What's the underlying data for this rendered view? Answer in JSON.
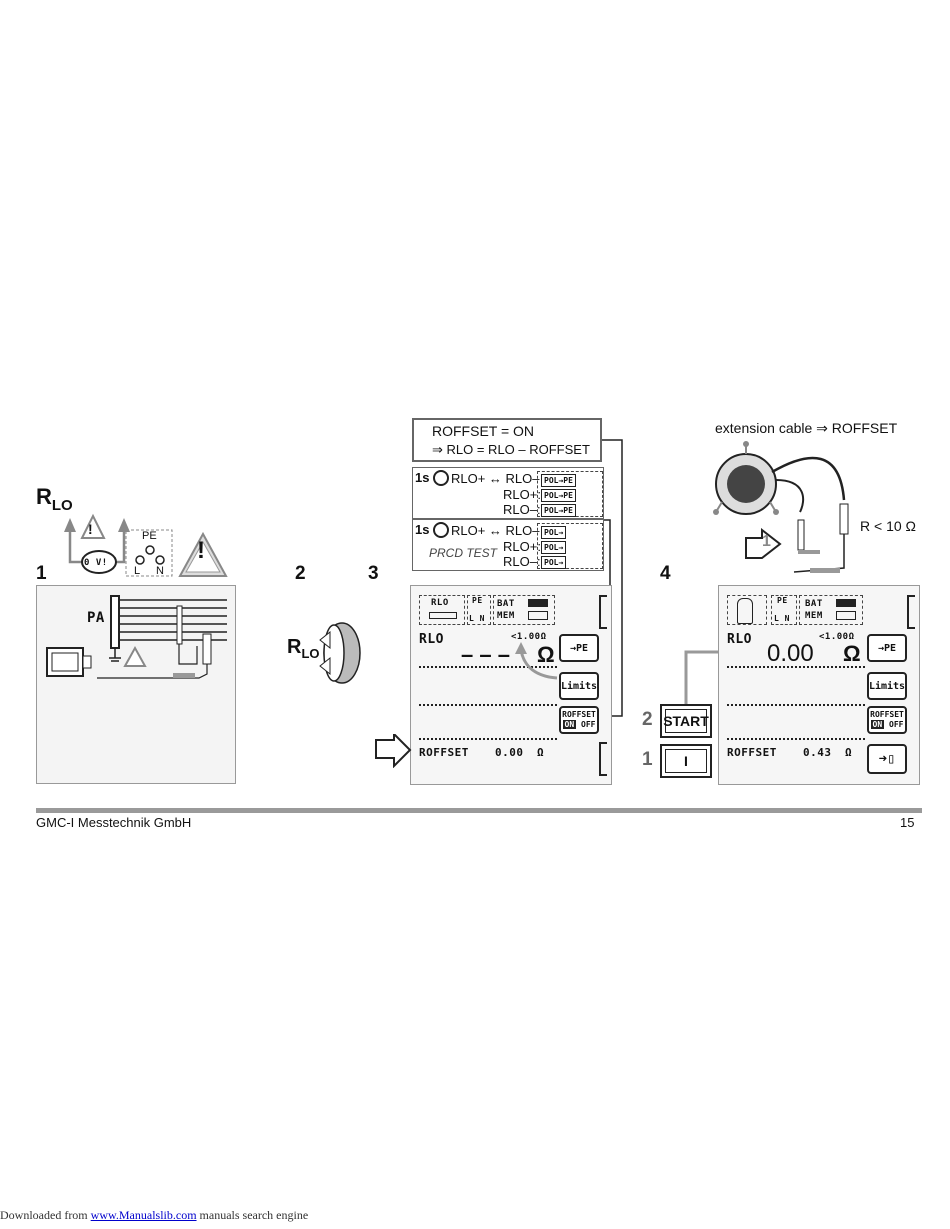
{
  "section": {
    "title_main": "R",
    "title_sub": "LO"
  },
  "steps": {
    "s1": "1",
    "s2": "2",
    "s3": "3",
    "s4": "4"
  },
  "step1": {
    "ov_label": "0 V!",
    "pe_label": "PE",
    "l_label": "L",
    "n_label": "N",
    "pa_label": "PA"
  },
  "step2": {
    "dial_main": "R",
    "dial_sub": "LO"
  },
  "offset_box": {
    "line1": "ROFFSET = ON",
    "line2": "⇒ RLO = RLO – ROFFSET"
  },
  "polarity_box1": {
    "time": "1s",
    "row1": "RLO+ ↔ RLO–",
    "row2": "RLO+:",
    "row3": "RLO–:",
    "key1": "POL→PE",
    "key2": "POL→PE",
    "key3": "POL→PE"
  },
  "polarity_box2": {
    "time": "1s",
    "row1": "RLO+ ↔ RLO–",
    "row2": "RLO+:",
    "row3": "RLO–:",
    "prcd": "PRCD TEST",
    "key1": "POL→",
    "key2": "POL→",
    "key3": "POL→"
  },
  "screen3": {
    "icon_rlo": "RLO",
    "pe": "PE",
    "ln": "L N",
    "bat": "BAT",
    "mem": "MEM",
    "label": "RLO",
    "limit": "<1.00Ω",
    "value": "– – –",
    "unit": "Ω",
    "key_pe": "→PE",
    "key_limits": "Limits",
    "key_roffset": "ROFFSET",
    "key_on": "ON",
    "key_off": "OFF",
    "roffset_label": "ROFFSET",
    "roffset_value": "0.00",
    "roffset_unit": "Ω"
  },
  "screen4": {
    "pe": "PE",
    "ln": "L N",
    "bat": "BAT",
    "mem": "MEM",
    "label": "RLO",
    "limit": "<1.00Ω",
    "value": "0.00",
    "unit": "Ω",
    "key_pe": "→PE",
    "key_limits": "Limits",
    "key_roffset": "ROFFSET",
    "key_on": "ON",
    "key_off": "OFF",
    "roffset_label": "ROFFSET",
    "roffset_value": "0.43",
    "roffset_unit": "Ω"
  },
  "step4": {
    "ext_cable": "extension cable ⇒ ROFFSET",
    "r_limit": "R < 10 Ω",
    "arrow_num": "1",
    "start_num": "2",
    "start_label": "START",
    "i_num": "1",
    "i_label": "I"
  },
  "footer": {
    "company": "GMC-I Messtechnik GmbH",
    "page": "15"
  },
  "download": {
    "prefix": "Downloaded from ",
    "link": "www.Manualslib.com",
    "suffix": " manuals search engine"
  }
}
